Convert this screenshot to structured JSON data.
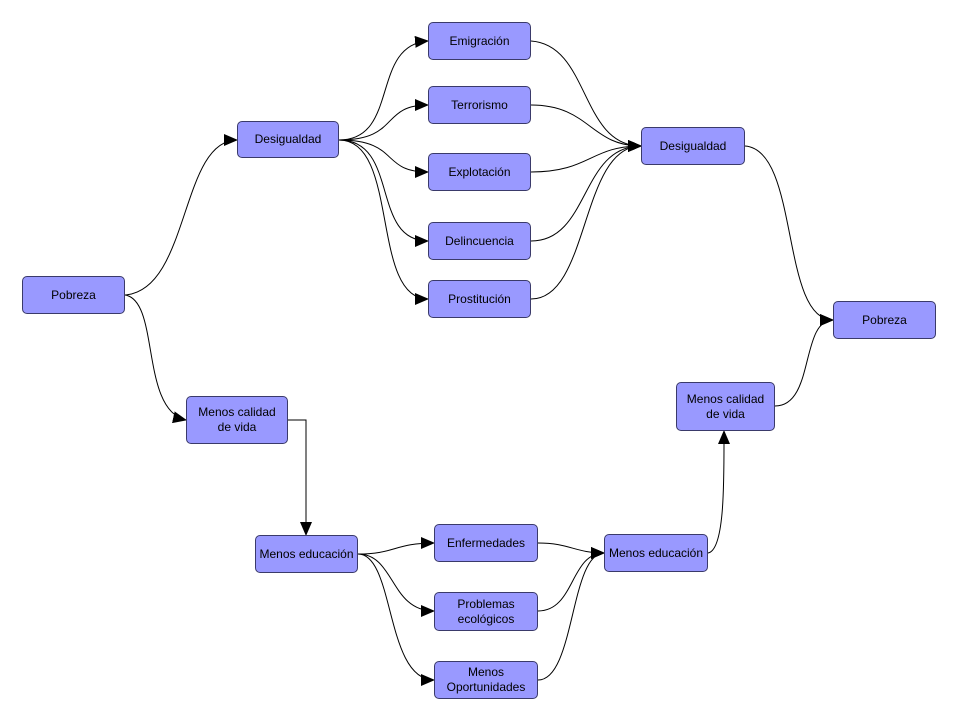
{
  "nodes": {
    "pobreza_left": "Pobreza",
    "desigualdad_left": "Desigualdad",
    "emigracion": "Emigración",
    "terrorismo": "Terrorismo",
    "explotacion": "Explotación",
    "delincuencia": "Delincuencia",
    "prostitucion": "Prostitución",
    "desigualdad_right": "Desigualdad",
    "pobreza_right": "Pobreza",
    "menos_calidad_left": "Menos calidad\nde vida",
    "menos_calidad_right": "Menos calidad\nde vida",
    "menos_educacion_left": "Menos educación",
    "enfermedades": "Enfermedades",
    "problemas_ecologicos": "Problemas ecológicos",
    "menos_oportunidades": "Menos Oportunidades",
    "menos_educacion_right": "Menos educación"
  },
  "colors": {
    "node_fill": "#9999ff",
    "node_border": "#3a3a6a",
    "edge": "#000000"
  }
}
